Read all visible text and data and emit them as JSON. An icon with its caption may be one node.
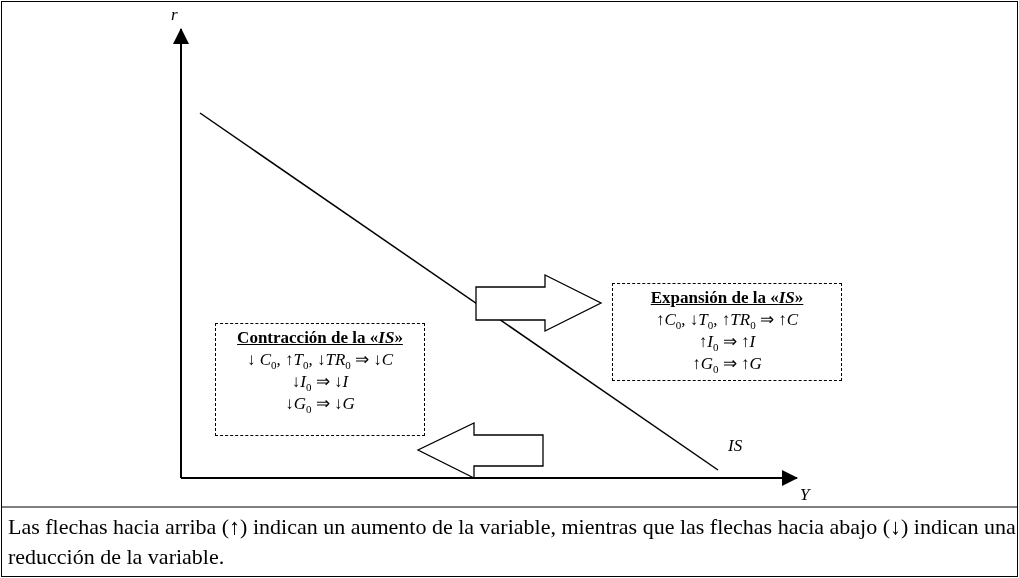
{
  "diagram": {
    "nodes": [
      {
        "text": [
          "Expansión de la «*IS*»",
          "↑*C*$_{0}$, ↓*T*$_{0}$, ↑*TR*$_{0}$ ⇒ ↑*C*",
          "↑*I*$_{0}$ ⇒ ↑*I*",
          "↑*G*$_{0}$ ⇒ ↑*G*"
        ]
      },
      {
        "text": [
          "Contracción de la «*IS*»",
          "↓ *C*$_{0}$, ↑*T*$_{0}$, ↓*TR*$_{0}$ ⇒ ↓*C*",
          "↓*I*$_{0}$ ⇒ ↓*I*",
          "↓*G*$_{0}$ ⇒ ↓*G*"
        ]
      }
    ],
    "edges": [],
    "labels": [
      "*r*",
      "*IS*",
      "*Y*"
    ],
    "caption": "Las flechas hacia arriba (↑) indican un aumento de la variable, mientras que las flechas hacia abajo (↓) indican una reducción de la variable."
  }
}
